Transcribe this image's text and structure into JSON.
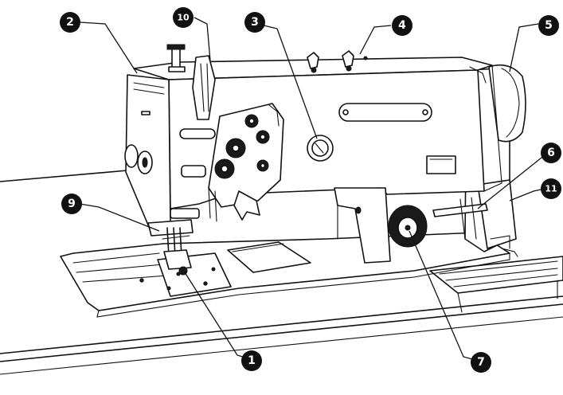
{
  "callouts": [
    {
      "id": "1",
      "label": "1"
    },
    {
      "id": "2",
      "label": "2"
    },
    {
      "id": "3",
      "label": "3"
    },
    {
      "id": "4",
      "label": "4"
    },
    {
      "id": "5",
      "label": "5"
    },
    {
      "id": "6",
      "label": "6"
    },
    {
      "id": "7",
      "label": "7"
    },
    {
      "id": "9",
      "label": "9"
    },
    {
      "id": "10",
      "label": "10"
    },
    {
      "id": "11",
      "label": "11"
    }
  ],
  "colors": {
    "ink": "#111111",
    "paper": "#ffffff",
    "shade": "#cfcfcf"
  }
}
